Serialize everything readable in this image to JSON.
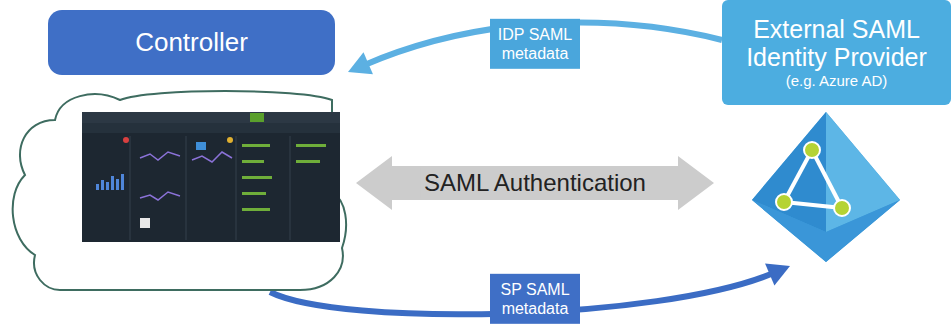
{
  "diagram": {
    "nodes": [
      {
        "text": [
          "Controller"
        ]
      },
      {
        "text": [
          "External SAML Identity Provider",
          "(e.g. Azure AD)"
        ]
      }
    ],
    "edges": [
      {
        "from": 1,
        "to": 0,
        "arrow": "to",
        "label": "IDP SAML metadata"
      },
      {
        "from": 0,
        "to": 1,
        "arrow": "both",
        "label": "SAML Authentication"
      },
      {
        "from": 0,
        "to": 1,
        "arrow": "to",
        "label": "SP SAML metadata"
      }
    ]
  }
}
